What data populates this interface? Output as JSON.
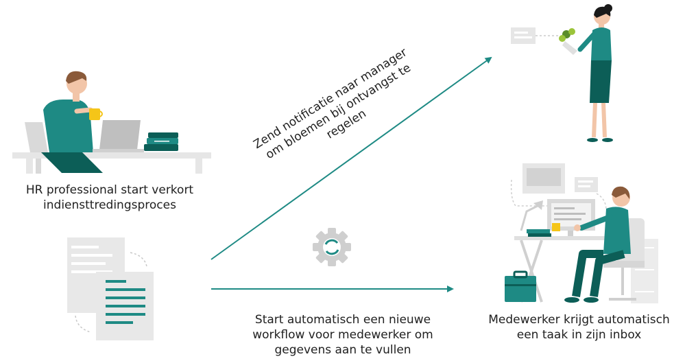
{
  "captions": {
    "hr": [
      "HR professional start verkort",
      "indiensttredingsproces"
    ],
    "notify": [
      "Zend notificatie naar manager",
      "om bloemen bij ontvangst te",
      "regelen"
    ],
    "start": [
      "Start automatisch een nieuwe",
      "workflow voor medewerker om",
      "gegevens aan te vullen"
    ],
    "employee": [
      "Medewerker krijgt automatisch",
      "een taak in zijn inbox"
    ]
  },
  "colors": {
    "teal": "#1e8a84",
    "dark_teal": "#0c5e57",
    "light_gray": "#e8e8e8",
    "mid_gray": "#bfbfbf",
    "skin": "#f2c5a8",
    "hair": "#8a5a3a",
    "yellow": "#f5c518"
  }
}
